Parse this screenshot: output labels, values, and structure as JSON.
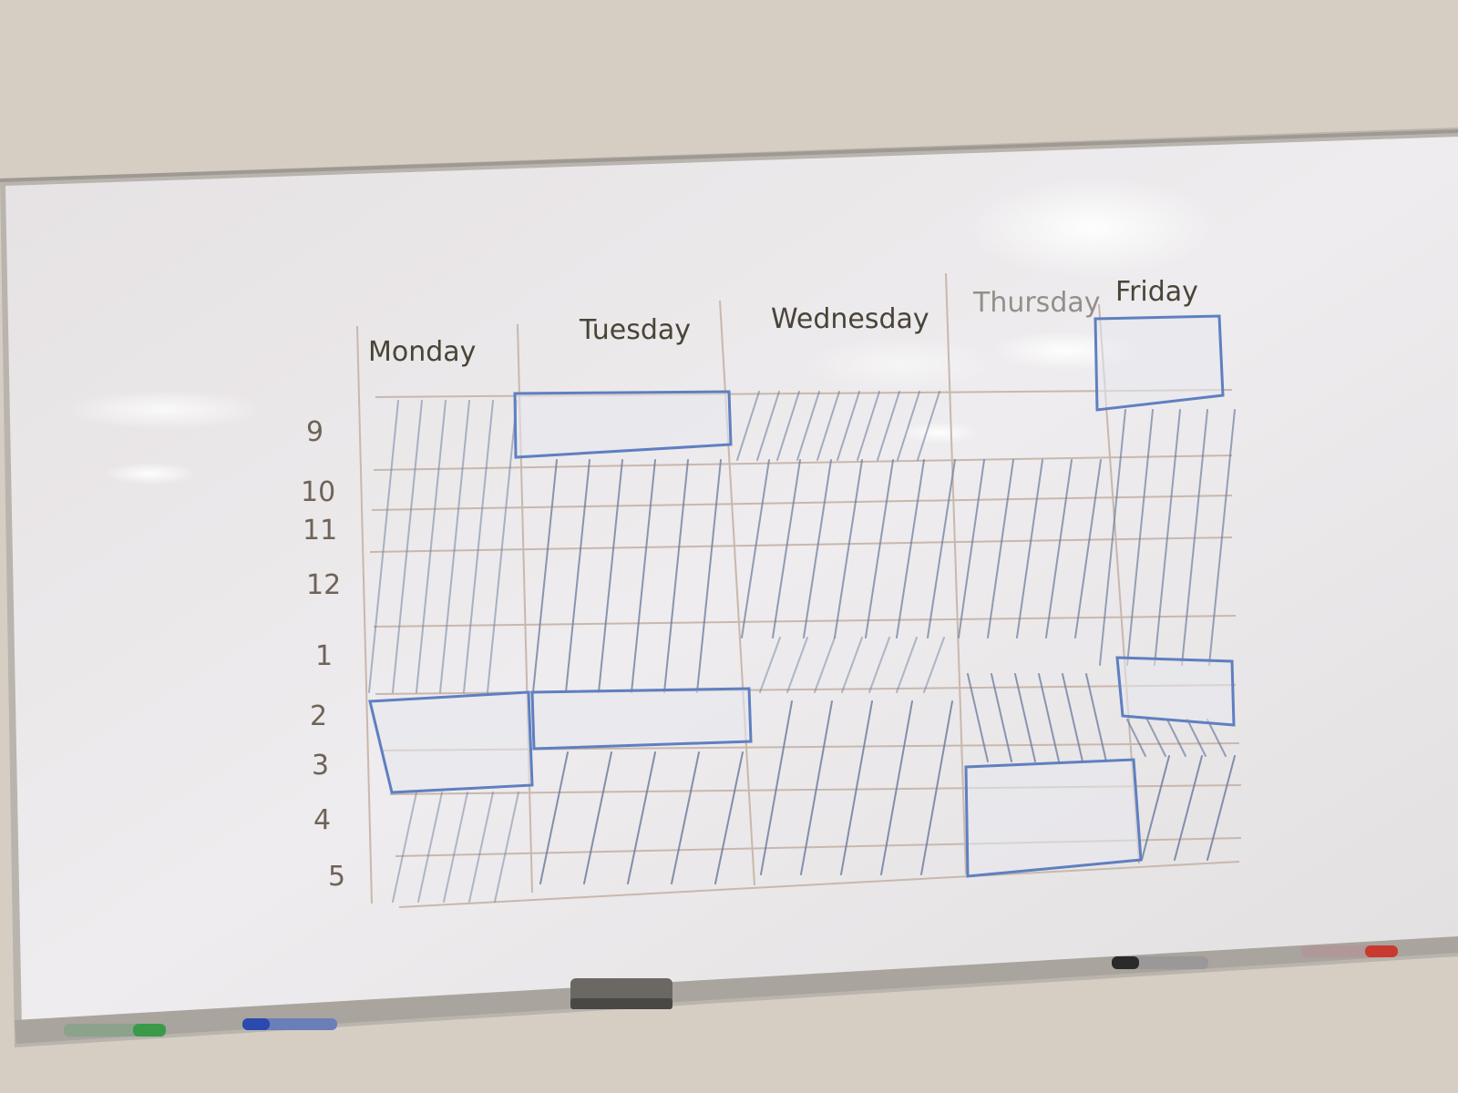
{
  "schedule": {
    "days": [
      "Monday",
      "Tuesday",
      "Wednesday",
      "Thursday",
      "Friday"
    ],
    "hours": [
      "9",
      "10",
      "11",
      "12",
      "1",
      "2",
      "3",
      "4",
      "5"
    ],
    "free_slots": [
      {
        "day": "Tuesday",
        "time": "9"
      },
      {
        "day": "Friday",
        "time": "before 9"
      },
      {
        "day": "Monday",
        "time": "2-3"
      },
      {
        "day": "Tuesday",
        "time": "2"
      },
      {
        "day": "Thursday",
        "time": "3-5"
      },
      {
        "day": "Friday",
        "time": "1-2"
      }
    ]
  },
  "colors": {
    "wall": "#d6cec3",
    "board": "#ece9ea",
    "frame": "#b9b4ad",
    "grid_ink": "#c8b8ad",
    "hatch_ink": "#6f7fa0",
    "box_ink": "#5f7fc0",
    "label_ink": "#4a4438"
  },
  "markers": [
    "green-marker",
    "blue-marker",
    "black-marker",
    "red-marker"
  ]
}
